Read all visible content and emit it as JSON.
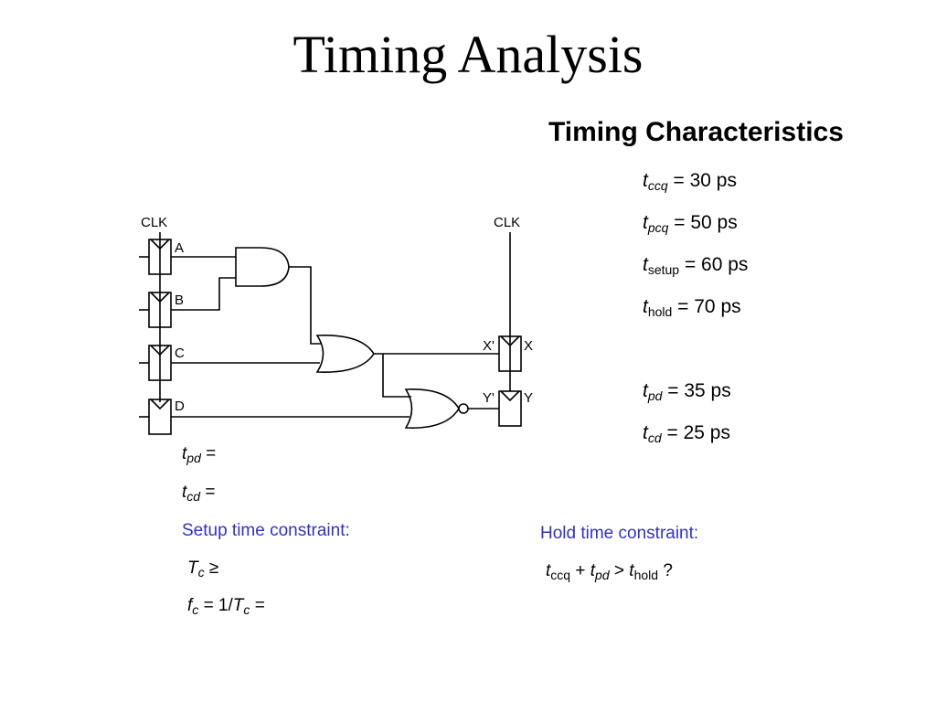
{
  "title": "Timing Analysis",
  "characteristics": {
    "heading": "Timing Characteristics",
    "tccq": {
      "sym": "t",
      "sub": "ccq",
      "rhs": "= 30 ps"
    },
    "tpcq": {
      "sym": "t",
      "sub": "pcq",
      "rhs": "= 50 ps"
    },
    "tsetup": {
      "sym": "t",
      "sub": "setup",
      "rhs": "= 60 ps"
    },
    "thold": {
      "sym": "t",
      "sub": "hold",
      "rhs": "= 70 ps"
    },
    "tpd": {
      "sym": "t",
      "sub": "pd",
      "rhs": "= 35 ps"
    },
    "tcd": {
      "sym": "t",
      "sub": "cd",
      "rhs": "= 25 ps"
    }
  },
  "circuit": {
    "clk_left": "CLK",
    "clk_right": "CLK",
    "labels": {
      "a": "A",
      "b": "B",
      "c": "C",
      "d": "D",
      "xp": "X'",
      "x": "X",
      "yp": "Y'",
      "y": "Y"
    }
  },
  "analysis": {
    "tpd": {
      "sym": "t",
      "sub": "pd",
      "rhs": "="
    },
    "tcd": {
      "sym": "t",
      "sub": "cd",
      "rhs": "="
    },
    "setup_title": "Setup time constraint:",
    "tc": {
      "sym": "T",
      "sub": "c",
      "rhs": "≥"
    },
    "fc": {
      "sym": "f",
      "sub": "c",
      "mid": "= 1/",
      "sym2": "T",
      "sub2": "c",
      "rhs": "="
    },
    "hold_title": "Hold time constraint:",
    "hold": {
      "t1": "t",
      "s1": "ccq",
      "op1": "+",
      "t2": "t",
      "s2": "pd",
      "op2": ">",
      "t3": "t",
      "s3": "hold",
      "end": "?"
    }
  }
}
